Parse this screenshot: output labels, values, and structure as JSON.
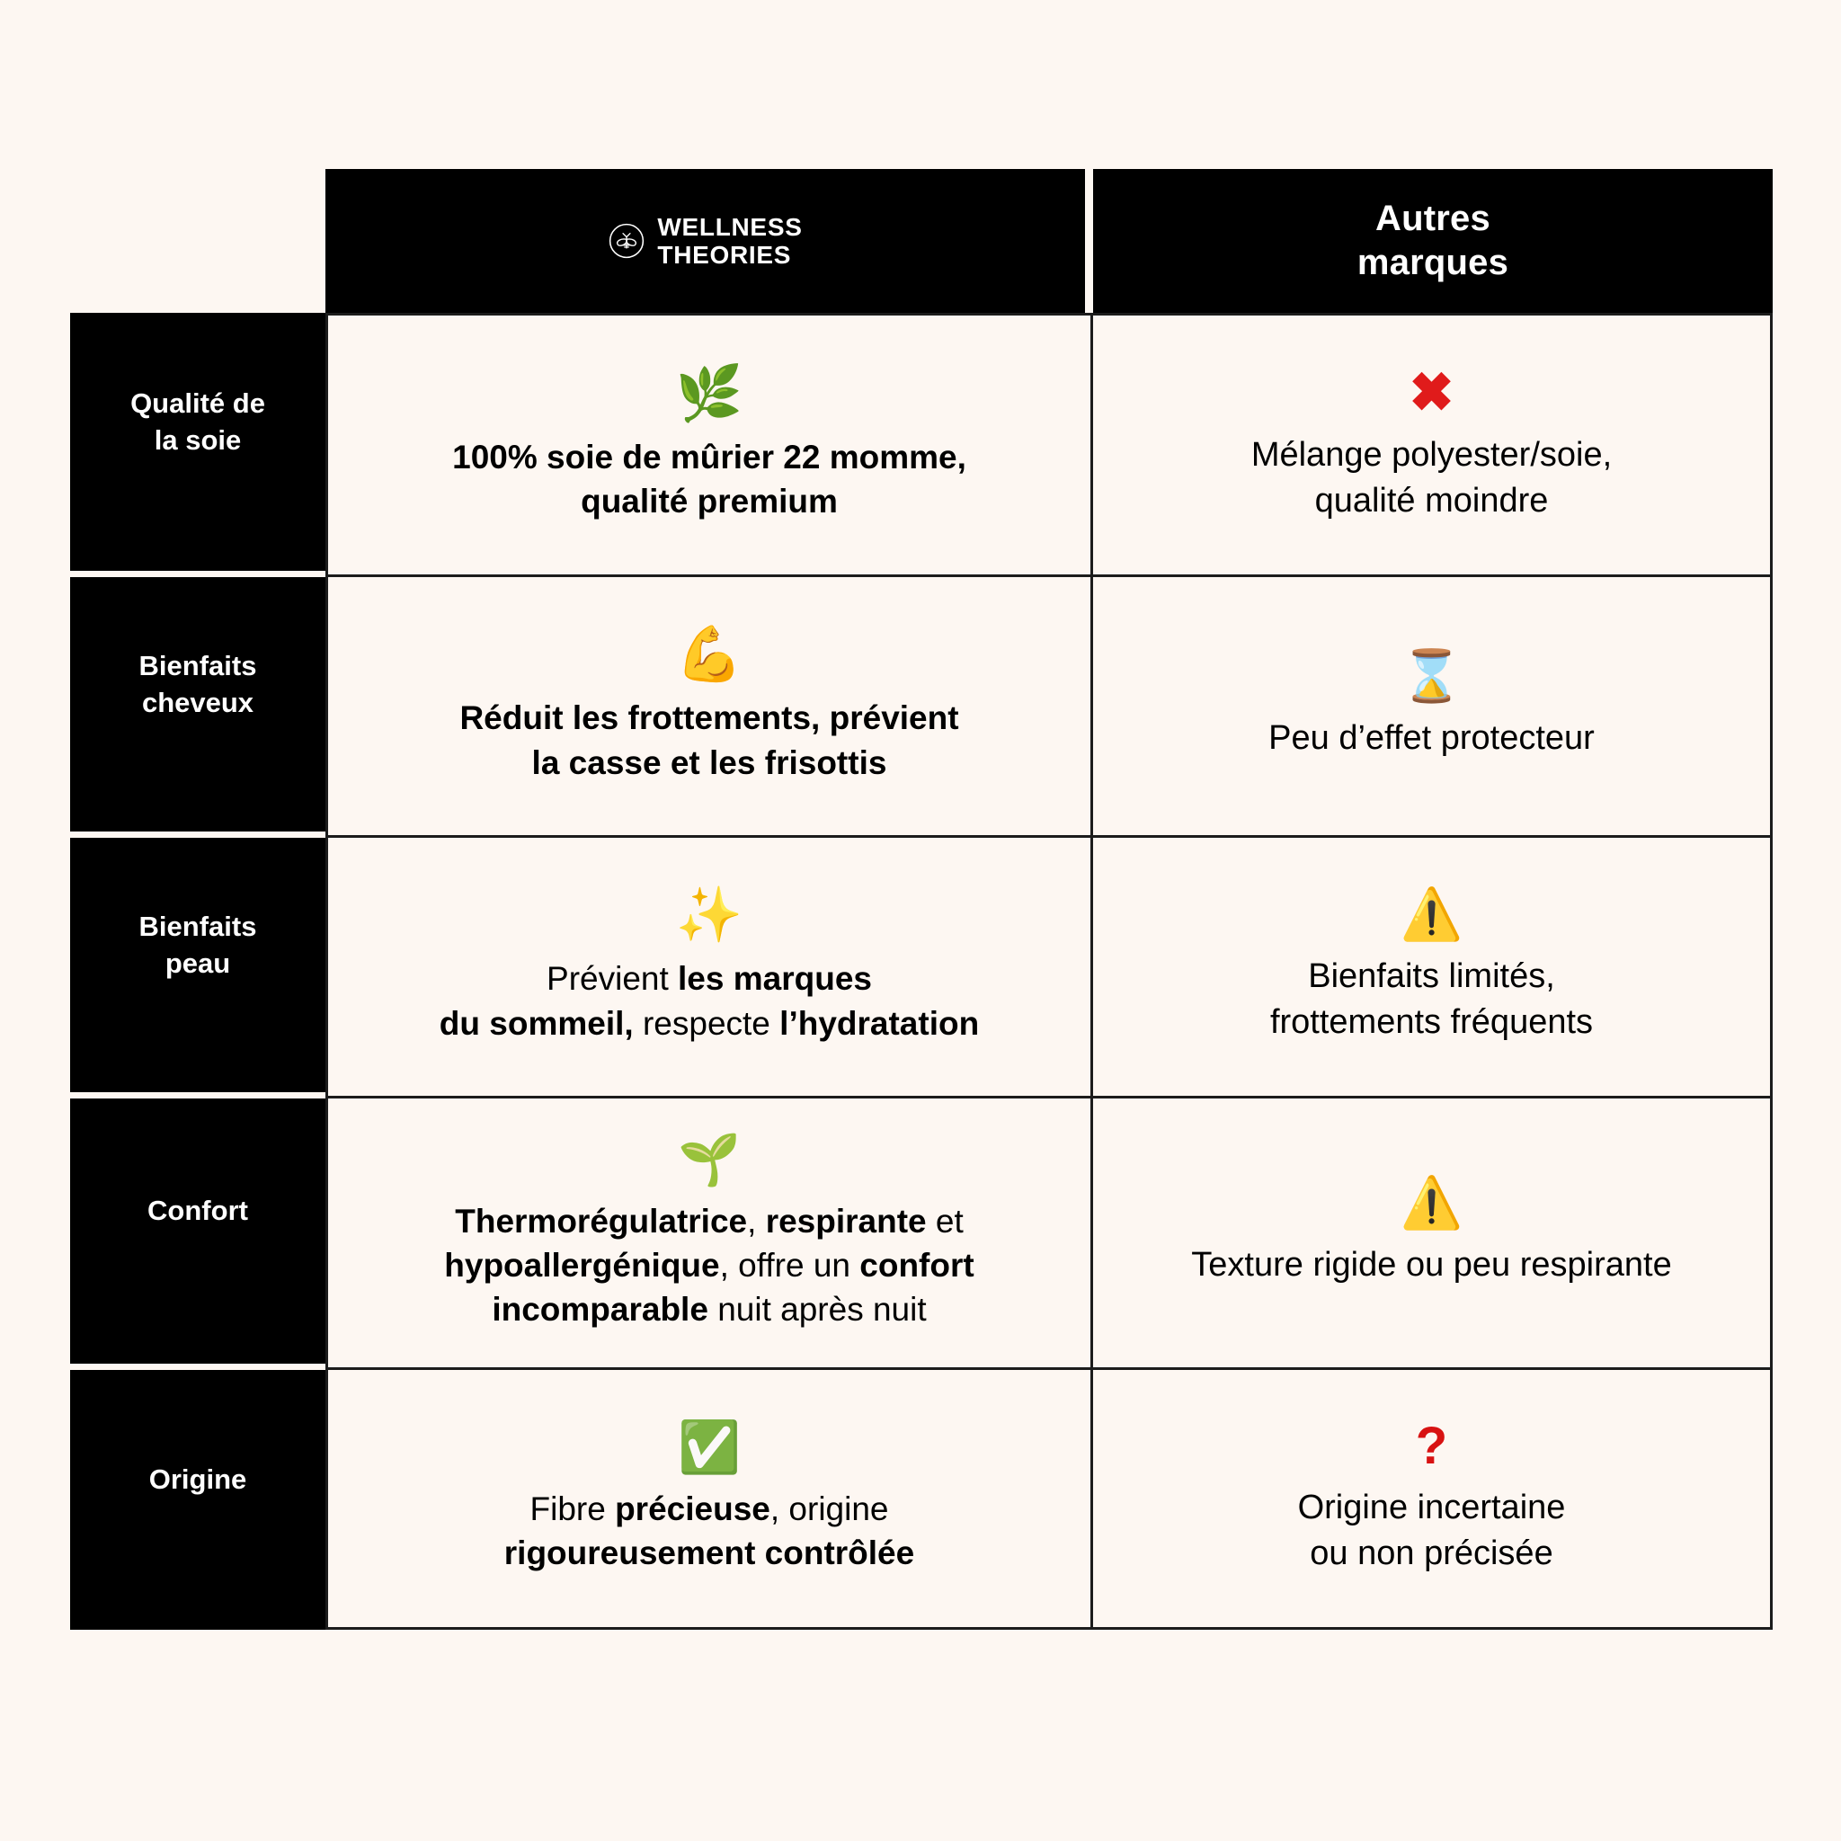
{
  "theme": {
    "background": "#FDF7F2",
    "ink": "#000000",
    "panel": "#000000",
    "panel_text": "#FFFFFF",
    "border": "#1C1C1C",
    "red": "#E01B1B",
    "green": "#1FA71F",
    "amber": "#F5C518"
  },
  "header": {
    "spacer": "",
    "brand": {
      "icon": "bee-logo-icon",
      "line1": "WELLNESS",
      "line2": "THEORIES"
    },
    "other": {
      "line1": "Autres",
      "line2": "marques"
    }
  },
  "rows": [
    {
      "label": "Qualité de\nla soie",
      "label_line1": "Qualité de",
      "label_line2": "la soie",
      "brand": {
        "icon": "herb-leaf-icon",
        "emoji": "🌿",
        "text_plain": "100% soie de mûrier 22 momme, qualité premium",
        "html": "<b>100% soie de mûrier 22 momme,<br>qualité premium</b>"
      },
      "other": {
        "icon": "red-cross-mark-icon",
        "emoji": "❌",
        "text_plain": "Mélange polyester/soie, qualité moindre",
        "html": "Mélange polyester/soie,<br>qualité moindre"
      }
    },
    {
      "label": "Bienfaits\ncheveux",
      "label_line1": "Bienfaits",
      "label_line2": "cheveux",
      "brand": {
        "icon": "flexed-biceps-icon",
        "emoji": "💪",
        "text_plain": "Réduit les frottements, prévient la casse et les frisottis",
        "html": "<b>Réduit les frottements, prévient<br>la casse et les frisottis</b>"
      },
      "other": {
        "icon": "hourglass-icon",
        "emoji": "⌛",
        "text_plain": "Peu d’effet protecteur",
        "html": "Peu d’effet protecteur"
      }
    },
    {
      "label": "Bienfaits\npeau",
      "label_line1": "Bienfaits",
      "label_line2": "peau",
      "brand": {
        "icon": "sparkles-icon",
        "emoji": "✨",
        "text_plain": "Prévient les marques du sommeil, respecte l’hydratation",
        "html": "Prévient <b>les marques</b><br><b>du sommeil,</b> respecte <b>l’hydratation</b>"
      },
      "other": {
        "icon": "warning-triangle-icon",
        "emoji": "⚠️",
        "text_plain": "Bienfaits limités, frottements fréquents",
        "html": "Bienfaits limités,<br>frottements fréquents"
      }
    },
    {
      "label": "Confort",
      "label_line1": "Confort",
      "label_line2": "",
      "brand": {
        "icon": "seedling-icon",
        "emoji": "🌱",
        "text_plain": "Thermorégulatrice, respirante et hypoallergénique, offre un confort incomparable nuit après nuit",
        "html": "<b>Thermorégulatrice</b>, <b>respirante</b> et<br><b>hypoallergénique</b>, offre un <b>confort</b><br><b>incomparable</b> nuit après nuit"
      },
      "other": {
        "icon": "warning-triangle-icon",
        "emoji": "⚠️",
        "text_plain": "Texture rigide ou peu respirante",
        "html": "Texture rigide ou peu respirante"
      }
    },
    {
      "label": "Origine",
      "label_line1": "Origine",
      "label_line2": "",
      "brand": {
        "icon": "green-check-mark-icon",
        "emoji": "✅",
        "text_plain": "Fibre précieuse, origine rigoureusement contrôlée",
        "html": "Fibre <b>précieuse</b>, origine<br><b>rigoureusement contrôlée</b>"
      },
      "other": {
        "icon": "red-question-mark-icon",
        "emoji": "❓",
        "text_plain": "Origine incertaine ou non précisée",
        "html": "Origine incertaine<br>ou non précisée"
      }
    }
  ]
}
